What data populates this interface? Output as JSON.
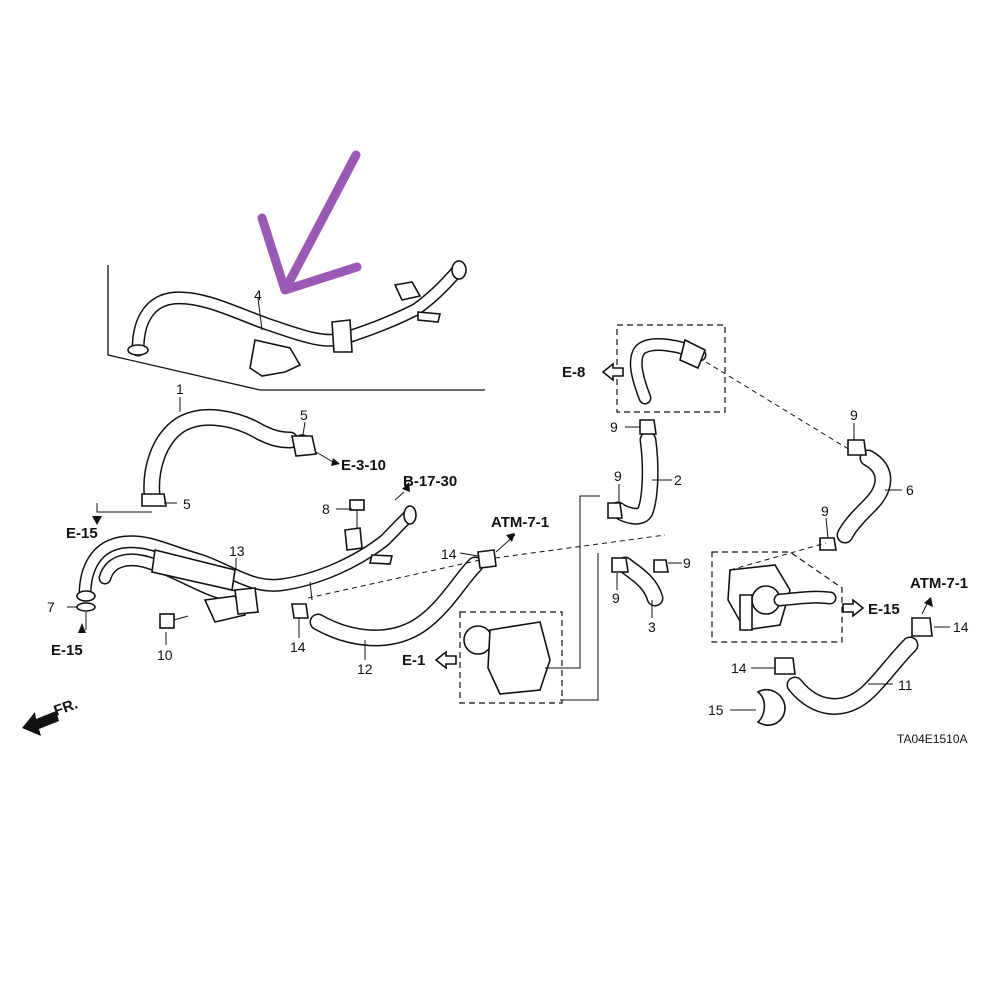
{
  "diagram": {
    "drawing_code": "TA04E1510A",
    "front_marker": "FR.",
    "part_numbers": [
      "1",
      "2",
      "3",
      "4",
      "5",
      "6",
      "7",
      "8",
      "9",
      "10",
      "11",
      "12",
      "13",
      "14",
      "15"
    ],
    "callouts": {
      "p1": "1",
      "p2": "2",
      "p3": "3",
      "p4": "4",
      "p5a": "5",
      "p5b": "5",
      "p6": "6",
      "p7": "7",
      "p8": "8",
      "p9a": "9",
      "p9b": "9",
      "p9c": "9",
      "p9d": "9",
      "p9e": "9",
      "p9f": "9",
      "p10": "10",
      "p11": "11",
      "p12": "12",
      "p13": "13",
      "p14a": "14",
      "p14b": "14",
      "p14c": "14",
      "p14d": "14",
      "p15": "15"
    },
    "references": {
      "e3_10": "E-3-10",
      "b17_30": "B-17-30",
      "e15_a": "E-15",
      "e15_b": "E-15",
      "e15_c": "E-15",
      "atm_a": "ATM-7-1",
      "atm_b": "ATM-7-1",
      "e8": "E-8",
      "e1": "E-1"
    },
    "annotation_color": "#9b59b6",
    "line_color": "#111111"
  }
}
